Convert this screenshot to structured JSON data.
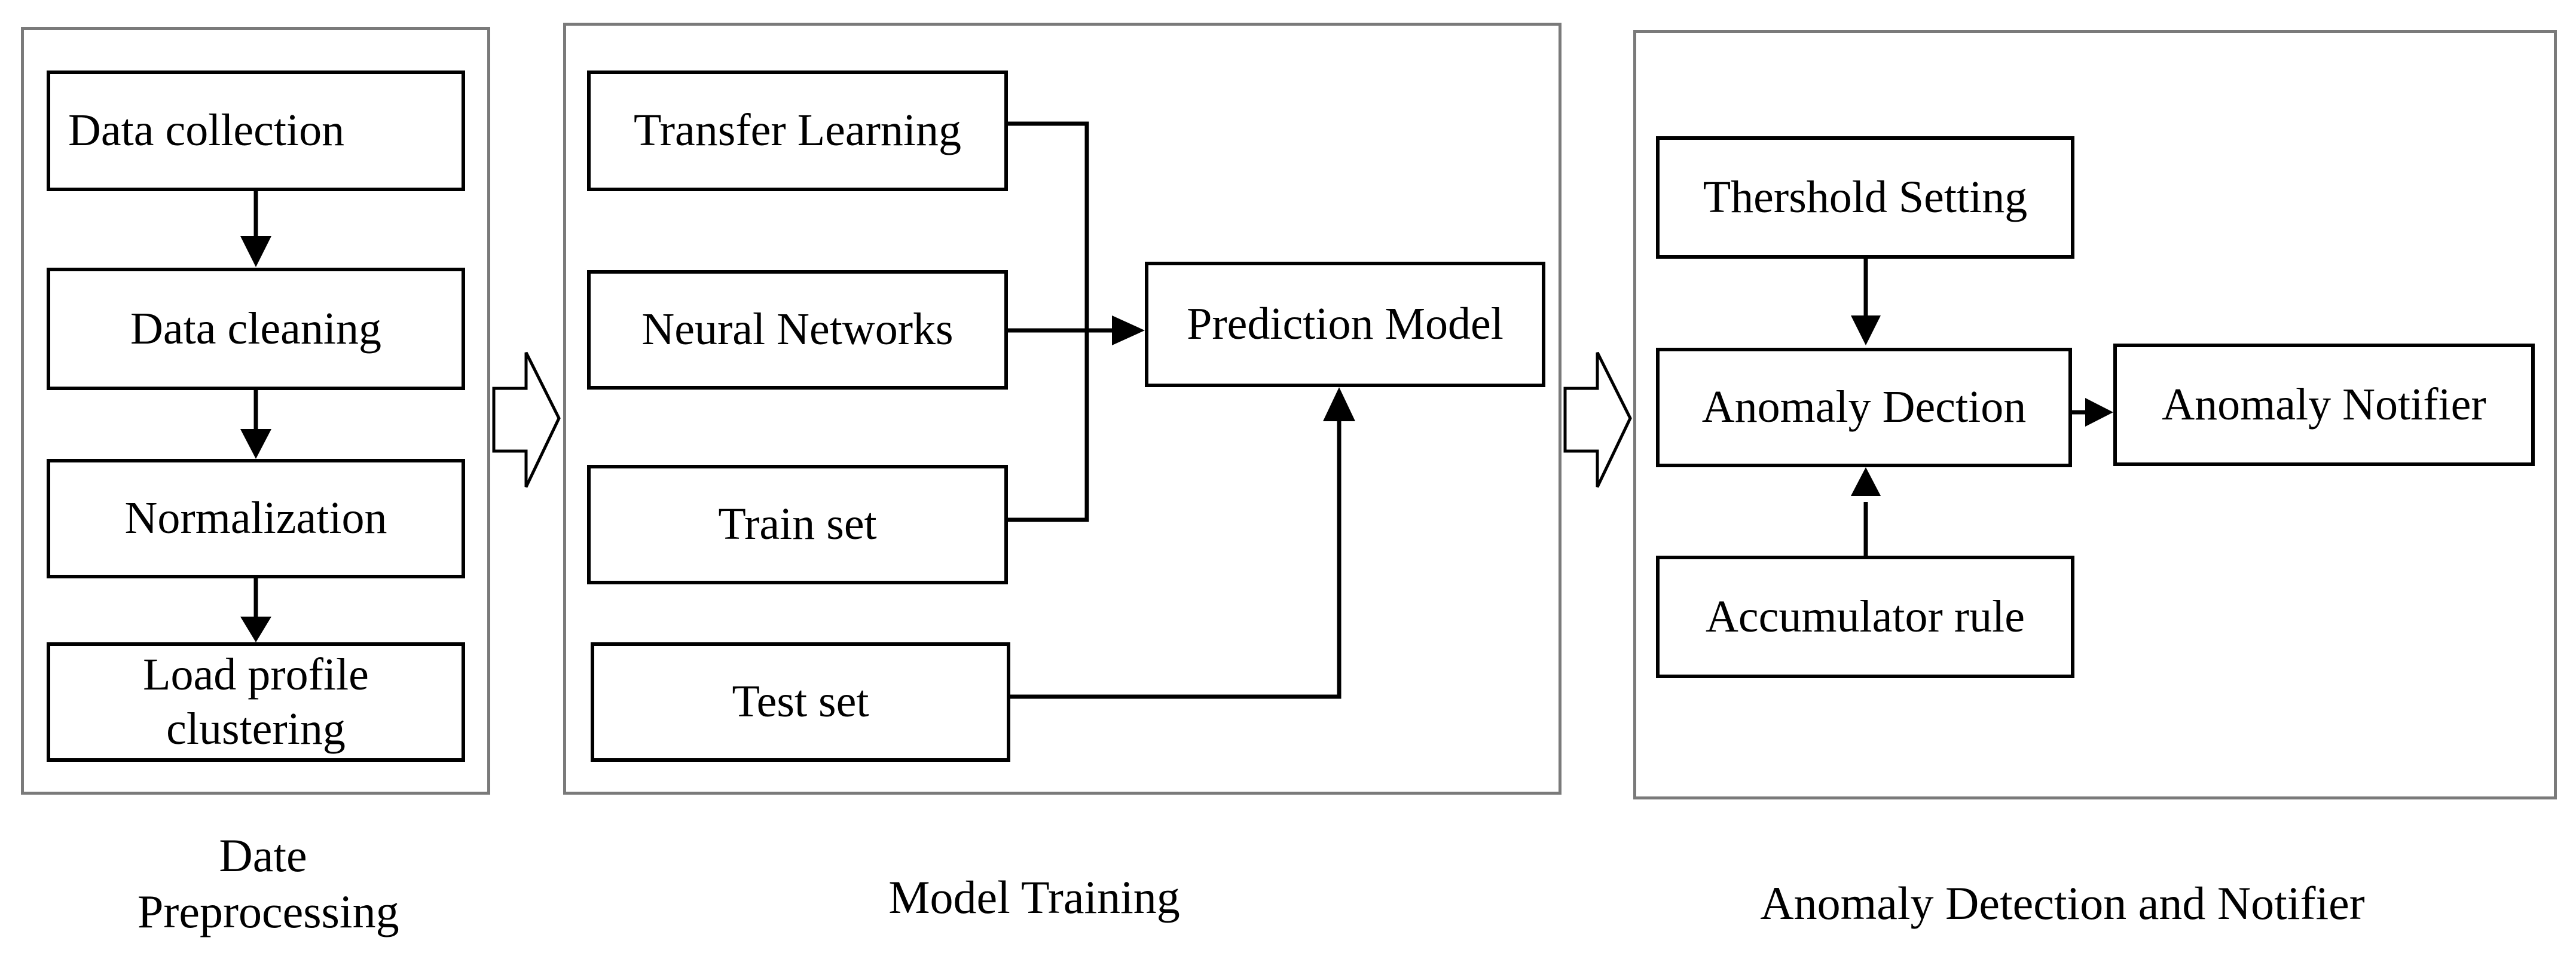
{
  "panels": {
    "preprocessing": {
      "caption_line1": "Date",
      "caption_line2": "Preprocessing",
      "steps": {
        "data_collection": "Data collection",
        "data_cleaning": "Data cleaning",
        "normalization": "Normalization",
        "load_profile_line1": "Load profile",
        "load_profile_line2": "clustering"
      }
    },
    "training": {
      "caption": "Model Training",
      "transfer_learning": "Transfer Learning",
      "neural_networks": "Neural Networks",
      "train_set": "Train set",
      "test_set": "Test set",
      "prediction_model": "Prediction Model"
    },
    "detection": {
      "caption": "Anomaly Detection and Notifier",
      "threshold_setting": "Thershold Setting",
      "anomaly_detection": "Anomaly Dection",
      "accumulator_rule": "Accumulator rule",
      "anomaly_notifier": "Anomaly Notifier"
    }
  }
}
